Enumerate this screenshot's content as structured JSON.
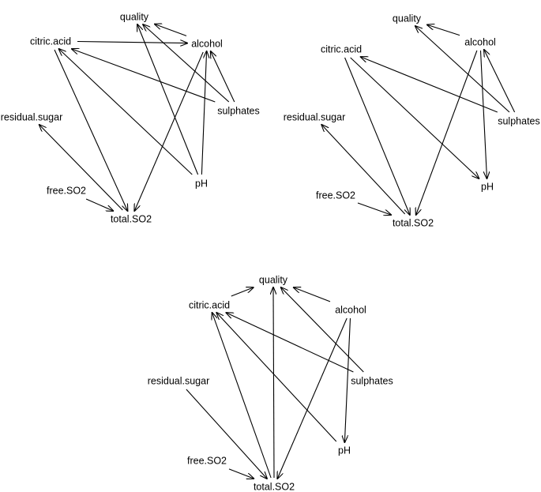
{
  "diagrams": [
    {
      "id": "graph-top-left",
      "nodes": {
        "quality": "quality",
        "citric_acid": "citric.acid",
        "alcohol": "alcohol",
        "residual_sugar": "residual.sugar",
        "sulphates": "sulphates",
        "pH": "pH",
        "free_SO2": "free.SO2",
        "total_SO2": "total.SO2"
      },
      "edges": [
        {
          "from": "citric_acid",
          "to": "alcohol"
        },
        {
          "from": "alcohol",
          "to": "quality"
        },
        {
          "from": "sulphates",
          "to": "quality"
        },
        {
          "from": "pH",
          "to": "quality"
        },
        {
          "from": "sulphates",
          "to": "citric_acid"
        },
        {
          "from": "pH",
          "to": "citric_acid"
        },
        {
          "from": "sulphates",
          "to": "alcohol"
        },
        {
          "from": "pH",
          "to": "alcohol"
        },
        {
          "from": "alcohol",
          "to": "total_SO2"
        },
        {
          "from": "citric_acid",
          "to": "total_SO2"
        },
        {
          "from": "free_SO2",
          "to": "total_SO2"
        },
        {
          "from": "total_SO2",
          "to": "residual_sugar"
        }
      ]
    },
    {
      "id": "graph-top-right",
      "nodes": {
        "quality": "quality",
        "citric_acid": "citric.acid",
        "alcohol": "alcohol",
        "residual_sugar": "residual.sugar",
        "sulphates": "sulphates",
        "pH": "pH",
        "free_SO2": "free.SO2",
        "total_SO2": "total.SO2"
      },
      "edges": [
        {
          "from": "alcohol",
          "to": "quality"
        },
        {
          "from": "sulphates",
          "to": "quality"
        },
        {
          "from": "sulphates",
          "to": "alcohol"
        },
        {
          "from": "sulphates",
          "to": "citric_acid"
        },
        {
          "from": "citric_acid",
          "to": "pH"
        },
        {
          "from": "alcohol",
          "to": "pH"
        },
        {
          "from": "citric_acid",
          "to": "total_SO2"
        },
        {
          "from": "alcohol",
          "to": "total_SO2"
        },
        {
          "from": "free_SO2",
          "to": "total_SO2"
        },
        {
          "from": "total_SO2",
          "to": "residual_sugar"
        }
      ]
    },
    {
      "id": "graph-bottom",
      "nodes": {
        "quality": "quality",
        "citric_acid": "citric.acid",
        "alcohol": "alcohol",
        "residual_sugar": "residual.sugar",
        "sulphates": "sulphates",
        "pH": "pH",
        "free_SO2": "free.SO2",
        "total_SO2": "total.SO2"
      },
      "edges": [
        {
          "from": "citric_acid",
          "to": "quality"
        },
        {
          "from": "alcohol",
          "to": "quality"
        },
        {
          "from": "sulphates",
          "to": "quality"
        },
        {
          "from": "total_SO2",
          "to": "quality"
        },
        {
          "from": "sulphates",
          "to": "citric_acid"
        },
        {
          "from": "pH",
          "to": "citric_acid"
        },
        {
          "from": "total_SO2",
          "to": "citric_acid"
        },
        {
          "from": "alcohol",
          "to": "pH"
        },
        {
          "from": "alcohol",
          "to": "total_SO2"
        },
        {
          "from": "residual_sugar",
          "to": "total_SO2"
        },
        {
          "from": "free_SO2",
          "to": "total_SO2"
        }
      ]
    }
  ]
}
